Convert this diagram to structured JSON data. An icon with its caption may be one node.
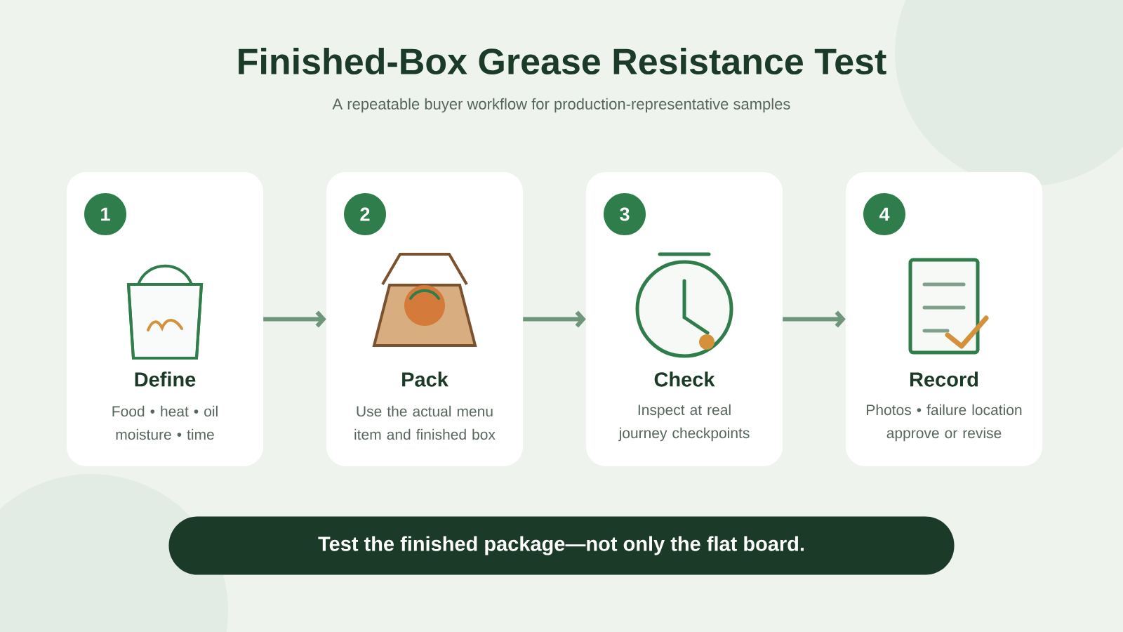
{
  "diagram": {
    "title": "Finished-Box Grease Resistance Test",
    "nodes": [
      {
        "text": [
          "Define",
          "Food • heat • oil moisture • time"
        ]
      },
      {
        "text": [
          "1"
        ],
        "in": 0
      },
      {
        "text": [
          "Pack",
          "Use the actual menu item and finished box"
        ]
      },
      {
        "text": [
          "2"
        ],
        "in": 2
      },
      {
        "text": [
          "Check",
          "Inspect at real journey checkpoints"
        ]
      },
      {
        "text": [
          "3"
        ],
        "in": 4
      },
      {
        "text": [
          "Record",
          "Photos • failure location approve or revise"
        ]
      },
      {
        "text": [
          "4"
        ],
        "in": 6
      },
      {
        "text": [
          "Test the finished package—not only the flat board."
        ]
      }
    ],
    "edges": [
      {
        "from": 0,
        "to": 2,
        "arrow": "to"
      },
      {
        "from": 2,
        "to": 4,
        "arrow": "to"
      },
      {
        "from": 4,
        "to": 6,
        "arrow": "to"
      }
    ],
    "labels": [
      "A repeatable buyer workflow for production-representative samples"
    ]
  }
}
